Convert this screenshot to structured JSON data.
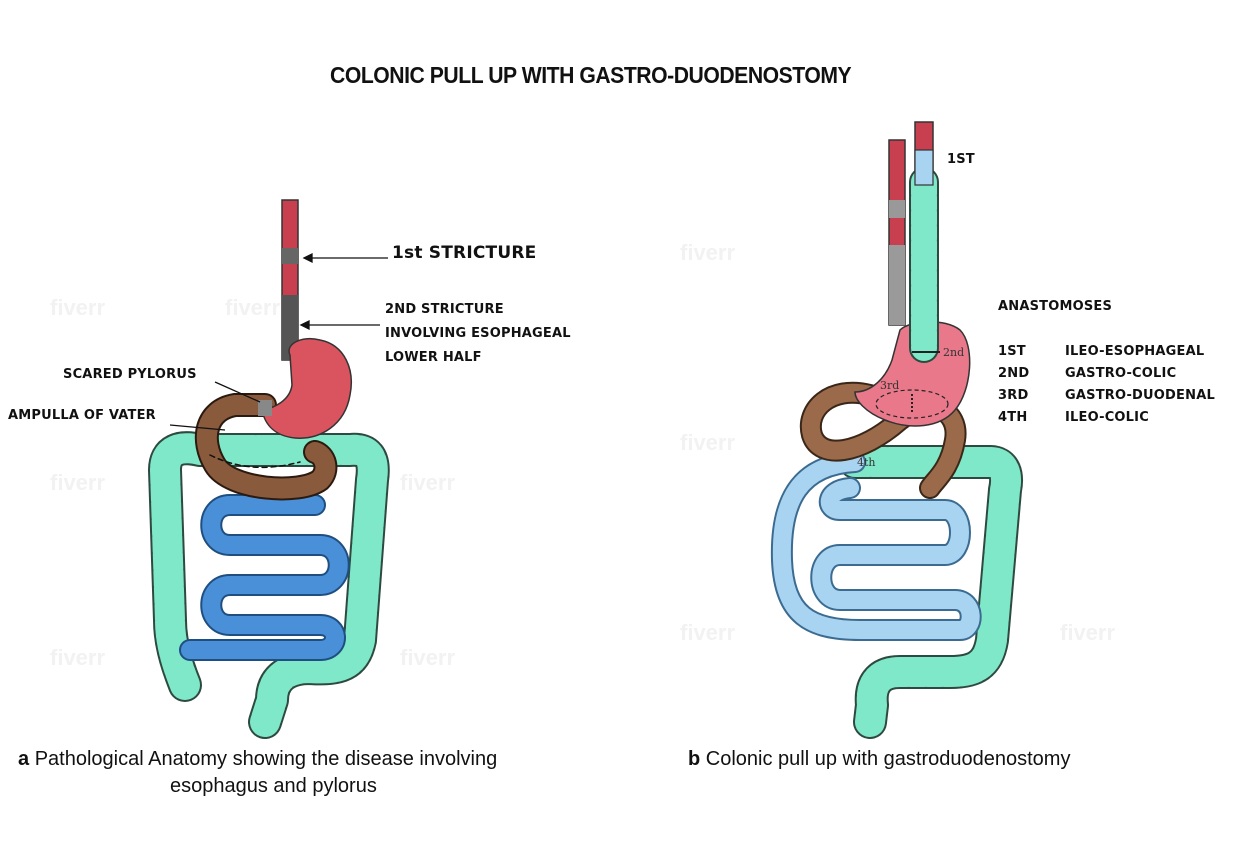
{
  "title": "COLONIC PULL UP WITH GASTRO-DUODENOSTOMY",
  "panel_a": {
    "labels": {
      "stricture1": "1st STRICTURE",
      "stricture2_line1": "2ND STRICTURE",
      "stricture2_line2": "INVOLVING ESOPHAGEAL",
      "stricture2_line3": "LOWER HALF",
      "pylorus": "SCARED PYLORUS",
      "ampulla": "AMPULLA OF VATER"
    },
    "caption_letter": "a",
    "caption_line1": "Pathological Anatomy showing the disease involving",
    "caption_line2": "esophagus and pylorus"
  },
  "panel_b": {
    "label_1st": "1ST",
    "anastomoses_heading": "ANASTOMOSES",
    "anastomoses": [
      {
        "num": "1ST",
        "name": "ILEO-ESOPHAGEAL"
      },
      {
        "num": "2ND",
        "name": "GASTRO-COLIC"
      },
      {
        "num": "3RD",
        "name": "GASTRO-DUODENAL"
      },
      {
        "num": "4TH",
        "name": "ILEO-COLIC"
      }
    ],
    "inline_labels": {
      "second": "2nd",
      "third": "3rd",
      "fourth": "4th"
    },
    "caption_letter": "b",
    "caption_text": "Colonic pull up with gastroduodenostomy"
  },
  "watermark_text": "fiverr",
  "colors": {
    "esophagus": "#c8404f",
    "stomach": "#d9545f",
    "stricture": "#555555",
    "duodenum": "#9a6a4a",
    "colon": "#7fe8c8",
    "small_intestine": "#4a90d9",
    "ileum_light": "#a8d4f2"
  }
}
